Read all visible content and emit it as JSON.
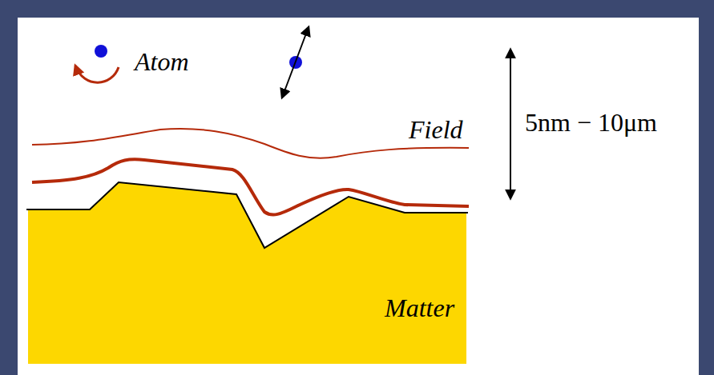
{
  "diagram": {
    "nodes": [
      {
        "text": [
          "Matter"
        ]
      }
    ],
    "labels": [
      "Atom",
      "Field",
      "5nm − 10μm"
    ]
  }
}
